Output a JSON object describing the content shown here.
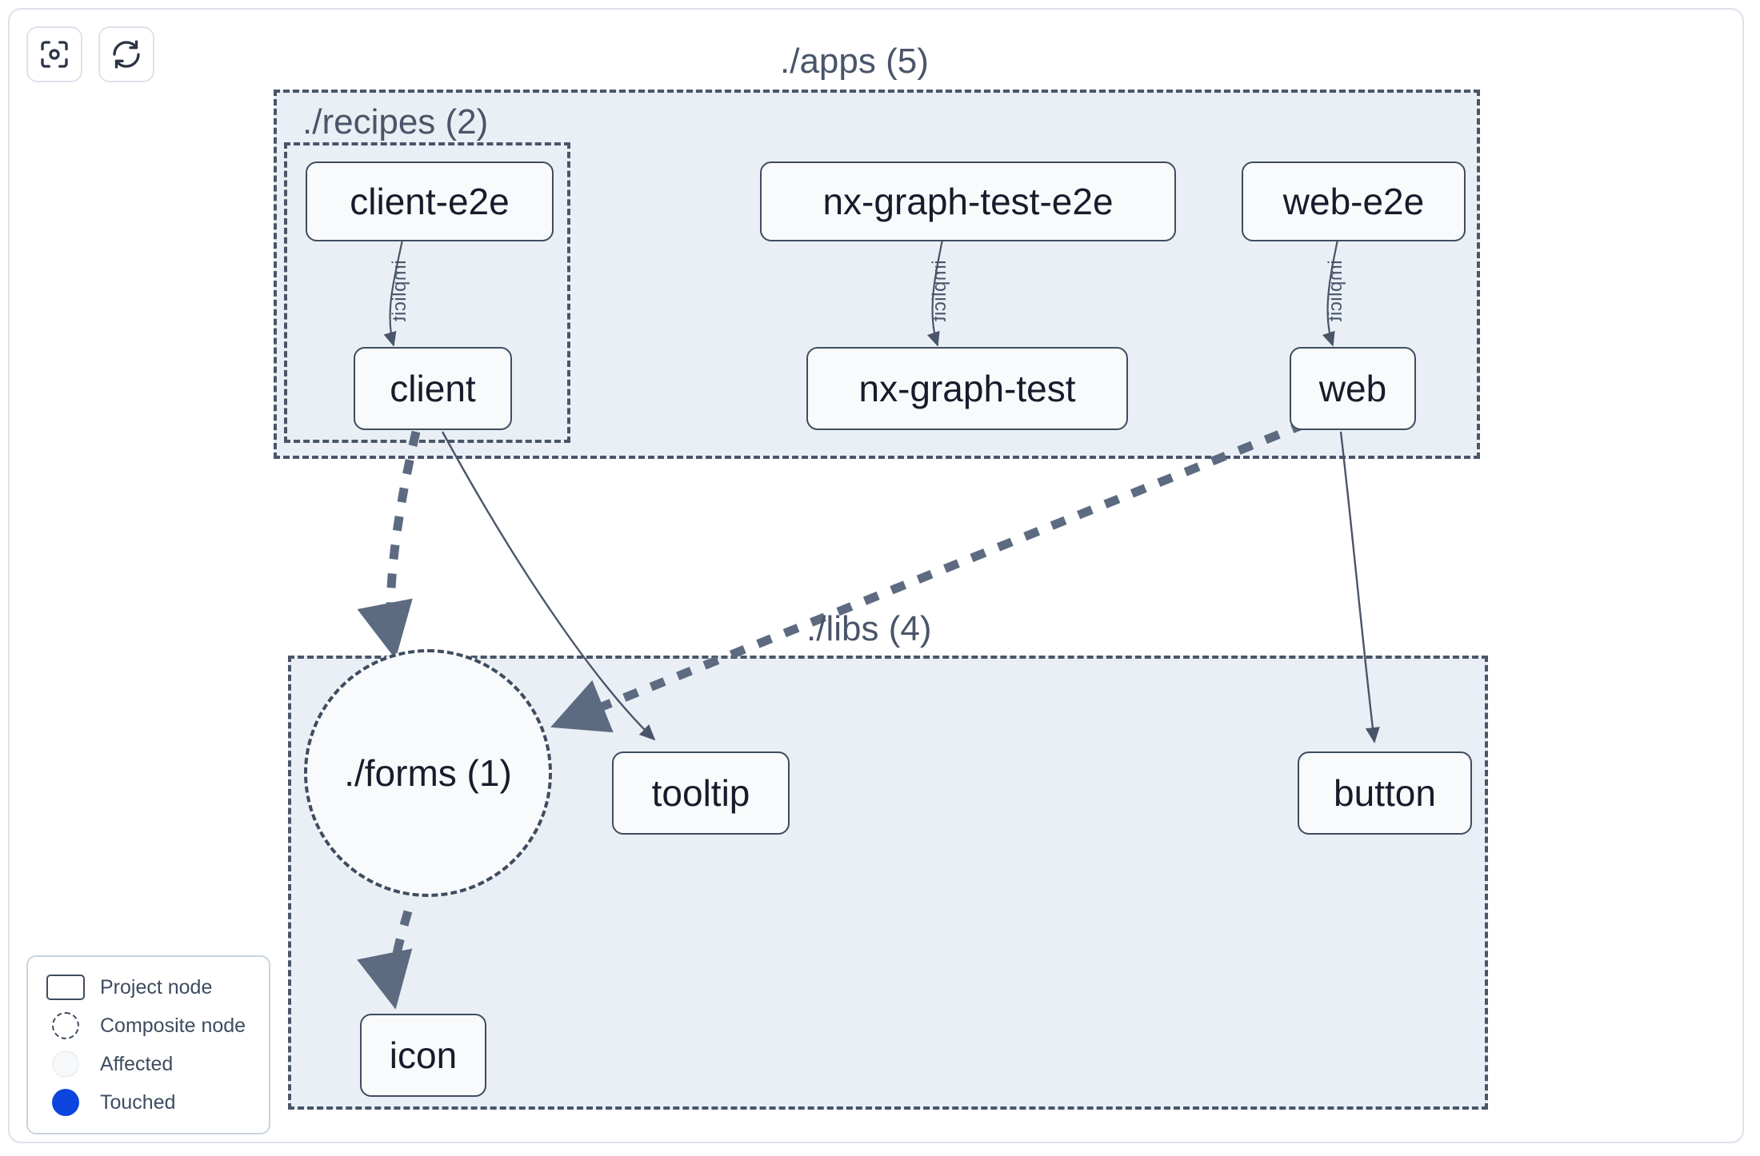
{
  "toolbar": {
    "buttons": [
      {
        "name": "focus-graph-button",
        "icon": "focus-scan-icon",
        "tooltip": "Focus"
      },
      {
        "name": "refresh-graph-button",
        "icon": "refresh-icon",
        "tooltip": "Refresh"
      }
    ]
  },
  "groups": [
    {
      "id": "apps",
      "label": "./apps (5)"
    },
    {
      "id": "recipes",
      "label": "./recipes (2)"
    },
    {
      "id": "libs",
      "label": "./libs (4)"
    }
  ],
  "nodes": [
    {
      "id": "client-e2e",
      "label": "client-e2e",
      "type": "project",
      "group": "recipes"
    },
    {
      "id": "nx-graph-test-e2e",
      "label": "nx-graph-test-e2e",
      "type": "project",
      "group": "apps"
    },
    {
      "id": "web-e2e",
      "label": "web-e2e",
      "type": "project",
      "group": "apps"
    },
    {
      "id": "client",
      "label": "client",
      "type": "project",
      "group": "recipes"
    },
    {
      "id": "nx-graph-test",
      "label": "nx-graph-test",
      "type": "project",
      "group": "apps"
    },
    {
      "id": "web",
      "label": "web",
      "type": "project",
      "group": "apps"
    },
    {
      "id": "forms",
      "label": "./forms (1)",
      "type": "composite",
      "group": "libs"
    },
    {
      "id": "tooltip",
      "label": "tooltip",
      "type": "project",
      "group": "libs"
    },
    {
      "id": "button",
      "label": "button",
      "type": "project",
      "group": "libs"
    },
    {
      "id": "icon",
      "label": "icon",
      "type": "project",
      "group": "libs"
    }
  ],
  "edges": [
    {
      "from": "client-e2e",
      "to": "client",
      "label": "implicit",
      "style": "solid-thin"
    },
    {
      "from": "nx-graph-test-e2e",
      "to": "nx-graph-test",
      "label": "implicit",
      "style": "solid-thin"
    },
    {
      "from": "web-e2e",
      "to": "web",
      "label": "implicit",
      "style": "solid-thin"
    },
    {
      "from": "client",
      "to": "forms",
      "label": "",
      "style": "dashed-thick"
    },
    {
      "from": "client",
      "to": "tooltip",
      "label": "",
      "style": "solid-thin"
    },
    {
      "from": "web",
      "to": "forms",
      "label": "",
      "style": "dashed-thick"
    },
    {
      "from": "web",
      "to": "button",
      "label": "",
      "style": "solid-thin"
    },
    {
      "from": "forms",
      "to": "icon",
      "label": "",
      "style": "dashed-thick"
    }
  ],
  "legend": {
    "items": [
      {
        "label": "Project node",
        "swatch": "rect"
      },
      {
        "label": "Composite node",
        "swatch": "circle-dashed"
      },
      {
        "label": "Affected",
        "swatch": "circle-affected"
      },
      {
        "label": "Touched",
        "swatch": "circle-touched"
      }
    ]
  },
  "colors": {
    "page_background": "#ffffff",
    "group_fill": "#eaeff5",
    "group_border": "#4a5569",
    "node_fill": "#f8fafc",
    "node_border": "#3f4c60",
    "node_text": "#161c2b",
    "edge": "#4a5569",
    "touched": "#0b45dd",
    "frame_border": "#dde3ec"
  }
}
